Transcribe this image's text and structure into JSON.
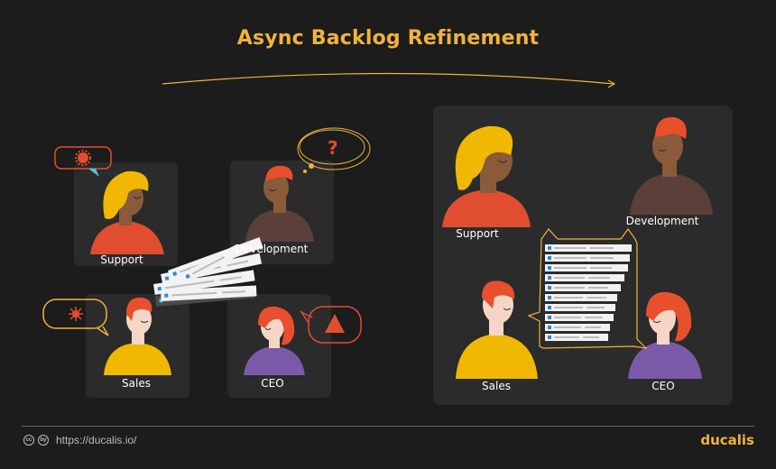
{
  "title": "Async Backlog Refinement",
  "roles": {
    "support": "Support",
    "development": "Development",
    "sales": "Sales",
    "ceo": "CEO"
  },
  "footer": {
    "license_icon_cc": "cc",
    "license_icon_by": "by",
    "link": "https://ducalis.io/",
    "brand": "ducalis"
  },
  "icons": {
    "support_bubble": "gear-burst-icon",
    "development_bubble": "question-mark-icon",
    "sales_bubble": "star-burst-icon",
    "ceo_bubble": "triangle-icon"
  },
  "colors": {
    "accent": "#f0b33c",
    "bubble_red": "#e04e2f",
    "support_shirt": "#e04e2f",
    "development_shirt": "#5a4038",
    "sales_shirt": "#f0b800",
    "ceo_shirt": "#7a5aa8",
    "hair_orange": "#e8502d",
    "hair_yellow": "#f0b800",
    "card": "#2b2b2b",
    "background": "#1c1c1c"
  }
}
